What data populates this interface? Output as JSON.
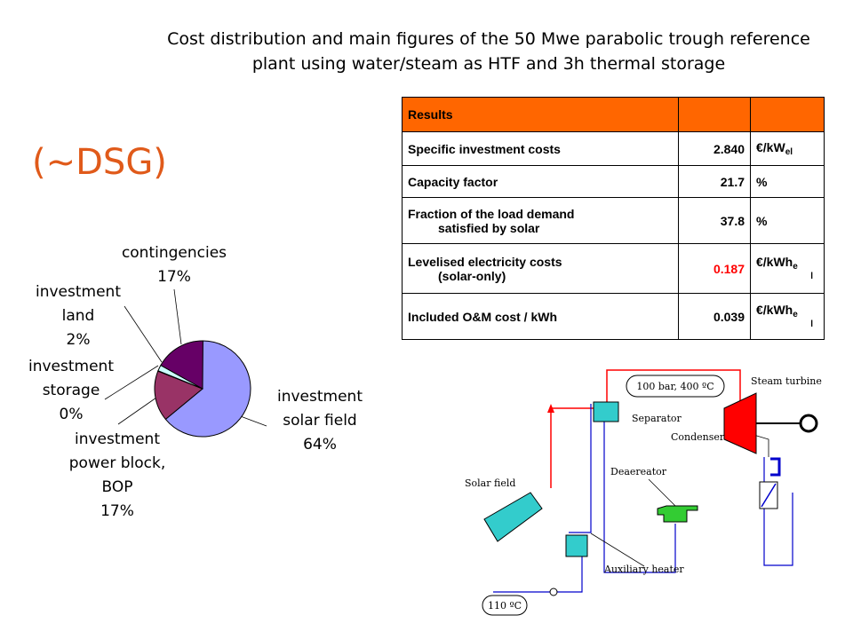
{
  "title": {
    "line1": "Cost distribution and main figures of the 50 Mwe parabolic trough reference",
    "line2": "plant using water/steam as HTF and 3h thermal storage"
  },
  "side_label": "(~DSG)",
  "table": {
    "header": "Results",
    "rows": [
      {
        "label": "Specific investment costs",
        "value": "2.840",
        "unit": "€/kW",
        "unit_sub": "el"
      },
      {
        "label": "Capacity factor",
        "value": "21.7",
        "unit": "%"
      },
      {
        "label": "Fraction of the load demand",
        "label2": "satisfied by solar",
        "value": "37.8",
        "unit": "%"
      },
      {
        "label": "Levelised electricity costs",
        "label2": "(solar-only)",
        "value": "0.187",
        "unit": "€/kWh",
        "unit_sub": "e",
        "unit_line2": "l",
        "value_color": "#ff0000"
      },
      {
        "label": "Included O&M cost / kWh",
        "value": "0.039",
        "unit": "€/kWh",
        "unit_sub": "e",
        "unit_line2": "l"
      }
    ]
  },
  "chart_data": {
    "type": "pie",
    "slices": [
      {
        "label": "investment solar field",
        "lines": [
          "investment",
          "solar field",
          "64%"
        ],
        "value": 64,
        "color": "#9999ff"
      },
      {
        "label": "investment power block, BOP",
        "lines": [
          "investment",
          "power block,",
          "BOP",
          "17%"
        ],
        "value": 17,
        "color": "#993366"
      },
      {
        "label": "investment storage",
        "lines": [
          "investment",
          "storage",
          "0%"
        ],
        "value": 0,
        "color": "#ffffcc"
      },
      {
        "label": "investment land",
        "lines": [
          "investment",
          "land",
          "2%"
        ],
        "value": 2,
        "color": "#ccffff"
      },
      {
        "label": "contingencies",
        "lines": [
          "contingencies",
          "17%"
        ],
        "value": 17,
        "color": "#660066"
      }
    ],
    "start": "12 o'clock",
    "direction": "clockwise",
    "title": "",
    "legend": "none"
  },
  "diagram": {
    "labels": {
      "hot": "100 bar, 400 ºC",
      "cold": "110 ºC",
      "turbine": "Steam turbine",
      "separator": "Separator",
      "condenser": "Condenser",
      "deaereator": "Deaereator",
      "solar_field": "Solar field",
      "aux_heater": "Auxiliary heater"
    },
    "colors": {
      "hot_line": "#ff0000",
      "cold_line": "#0000cc",
      "turbine": "#ff0000",
      "deaereator": "#33cc33",
      "components": "#33cccc"
    }
  }
}
